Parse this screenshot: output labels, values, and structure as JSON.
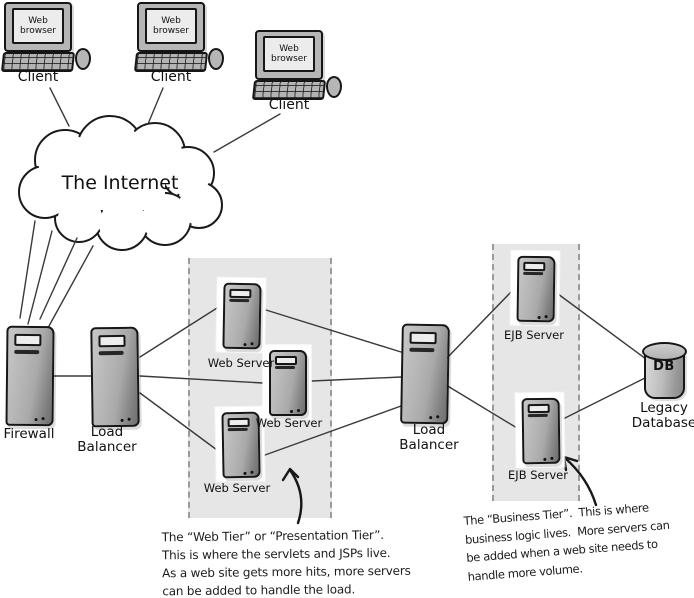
{
  "diagram": {
    "clients": [
      {
        "screen": "Web browser",
        "label": "Client"
      },
      {
        "screen": "Web browser",
        "label": "Client"
      },
      {
        "screen": "Web browser",
        "label": "Client"
      }
    ],
    "internet": {
      "label": "The Internet"
    },
    "firewall": {
      "label": "Firewall"
    },
    "load_balancer_web": {
      "label": "Load Balancer"
    },
    "web_tier": {
      "servers": [
        {
          "label": "Web Server"
        },
        {
          "label": "Web Server"
        },
        {
          "label": "Web Server"
        }
      ]
    },
    "load_balancer_ejb": {
      "label": "Load Balancer"
    },
    "business_tier": {
      "servers": [
        {
          "label": "EJB Server"
        },
        {
          "label": "EJB Server"
        }
      ]
    },
    "database": {
      "badge": "DB",
      "label": "Legacy Database"
    },
    "notes": {
      "web_tier": "The “Web Tier” or “Presentation Tier”.\nThis is where the servlets and JSPs live.\nAs a web site gets more hits, more servers\ncan be added to handle the load.",
      "business_tier": "The “Business Tier”.  This is where\nbusiness logic lives.  More servers can\nbe added when a web site needs to\nhandle more volume."
    }
  }
}
